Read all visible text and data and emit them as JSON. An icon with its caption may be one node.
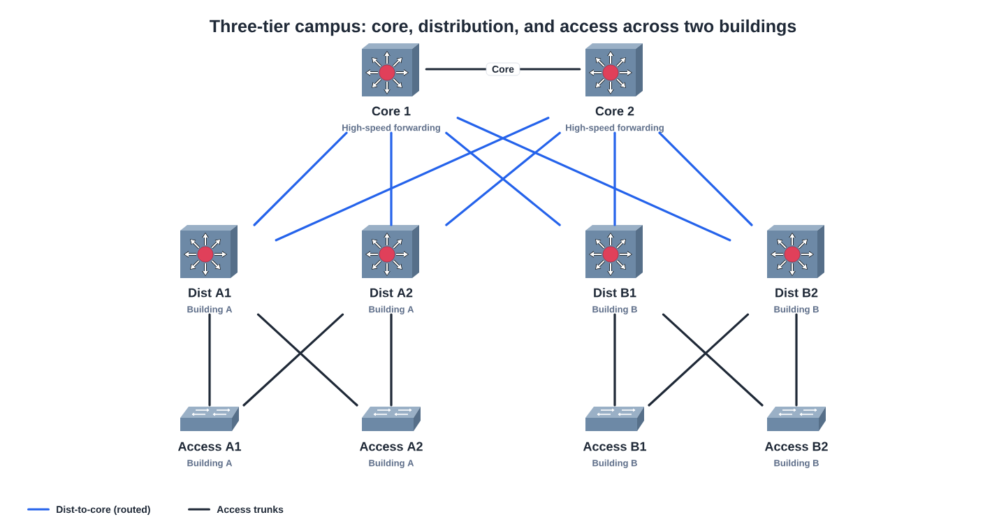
{
  "diagram": {
    "title": "Three-tier campus: core, distribution, and access across two buildings",
    "nodes": [
      {
        "text": [
          "Core 1",
          "High-speed forwarding"
        ]
      },
      {
        "text": [
          "Core 2",
          "High-speed forwarding"
        ]
      },
      {
        "text": [
          "Dist A1",
          "Building A"
        ]
      },
      {
        "text": [
          "Dist A2",
          "Building A"
        ]
      },
      {
        "text": [
          "Dist B1",
          "Building B"
        ]
      },
      {
        "text": [
          "Dist B2",
          "Building B"
        ]
      },
      {
        "text": [
          "Access A1",
          "Building A"
        ]
      },
      {
        "text": [
          "Access A2",
          "Building A"
        ]
      },
      {
        "text": [
          "Access B1",
          "Building B"
        ]
      },
      {
        "text": [
          "Access B2",
          "Building B"
        ]
      }
    ],
    "edges": [
      {
        "from": 0,
        "to": 1,
        "arrow": "none",
        "label": "Core"
      },
      {
        "from": 0,
        "to": 2,
        "arrow": "none",
        "color": "#2563eb"
      },
      {
        "from": 0,
        "to": 3,
        "arrow": "none",
        "color": "#2563eb"
      },
      {
        "from": 0,
        "to": 4,
        "arrow": "none",
        "color": "#2563eb"
      },
      {
        "from": 0,
        "to": 5,
        "arrow": "none",
        "color": "#2563eb"
      },
      {
        "from": 1,
        "to": 2,
        "arrow": "none",
        "color": "#2563eb"
      },
      {
        "from": 1,
        "to": 3,
        "arrow": "none",
        "color": "#2563eb"
      },
      {
        "from": 1,
        "to": 4,
        "arrow": "none",
        "color": "#2563eb"
      },
      {
        "from": 1,
        "to": 5,
        "arrow": "none",
        "color": "#2563eb"
      },
      {
        "from": 2,
        "to": 6,
        "arrow": "none"
      },
      {
        "from": 2,
        "to": 7,
        "arrow": "none"
      },
      {
        "from": 3,
        "to": 6,
        "arrow": "none"
      },
      {
        "from": 3,
        "to": 7,
        "arrow": "none"
      },
      {
        "from": 4,
        "to": 8,
        "arrow": "none"
      },
      {
        "from": 4,
        "to": 9,
        "arrow": "none"
      },
      {
        "from": 5,
        "to": 8,
        "arrow": "none"
      },
      {
        "from": 5,
        "to": 9,
        "arrow": "none"
      }
    ],
    "legend": [
      {
        "text": "Dist-to-core (routed)",
        "color": "#2563eb"
      },
      {
        "text": "Access trunks",
        "color": "#1f2937"
      }
    ]
  }
}
